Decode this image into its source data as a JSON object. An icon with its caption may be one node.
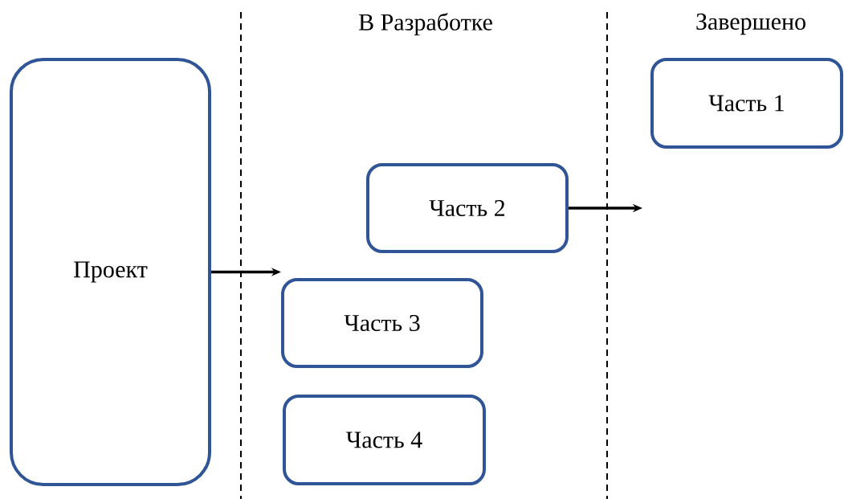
{
  "diagram": {
    "nodes": [
      {
        "text": [
          "Проект"
        ]
      },
      {
        "text": [
          "Часть 1"
        ]
      },
      {
        "text": [
          "Часть 2"
        ]
      },
      {
        "text": [
          "Часть 3"
        ]
      },
      {
        "text": [
          "Часть 4"
        ]
      }
    ],
    "edges": [
      {
        "from": 0,
        "to": 3,
        "arrow": "to"
      },
      {
        "from": 2,
        "to": null,
        "arrow": "to"
      }
    ],
    "labels": [
      "В Разработке",
      "Завершено"
    ]
  }
}
